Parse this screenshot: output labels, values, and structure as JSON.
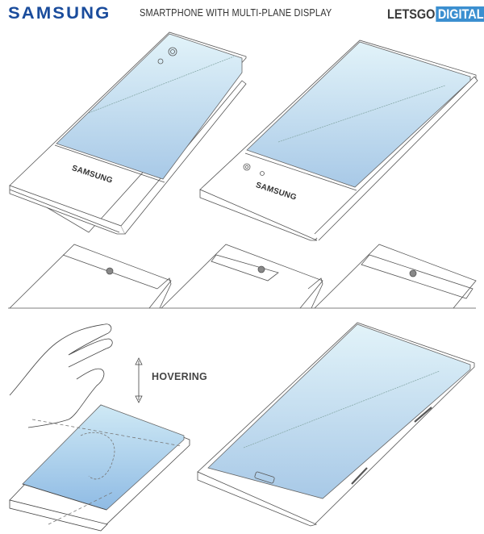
{
  "header": {
    "brand": "SAMSUNG",
    "title": "SMARTPHONE WITH MULTI-PLANE DISPLAY",
    "logo_part1": "LETSGO",
    "logo_part2": "DIGITAL"
  },
  "figures": {
    "top_left": {
      "phone_brand": "SAMSUNG"
    },
    "top_right": {
      "phone_brand": "SAMSUNG"
    },
    "bottom_left": {
      "label": "HOVERING"
    }
  },
  "colors": {
    "brand_blue": "#1a4c9c",
    "logo_blue": "#3b8fd0",
    "screen_top": "#dff1f8",
    "screen_bottom": "#a9cbe8",
    "line": "#555555"
  }
}
